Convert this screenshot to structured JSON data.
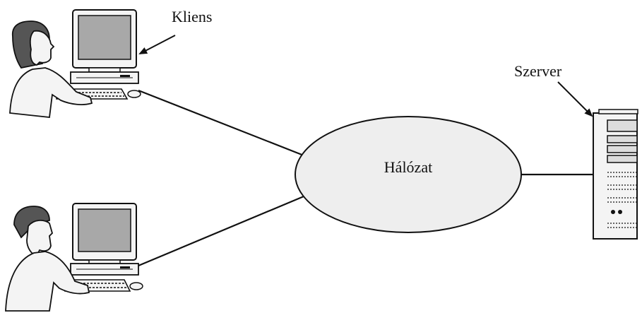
{
  "labels": {
    "client": "Kliens",
    "server": "Szerver",
    "network": "Hálózat"
  },
  "nodes": [
    {
      "id": "client-1",
      "role": "client",
      "icon": "woman-at-desktop-computer-icon"
    },
    {
      "id": "client-2",
      "role": "client",
      "icon": "man-at-desktop-computer-icon"
    },
    {
      "id": "network",
      "role": "network",
      "icon": "network-ellipse"
    },
    {
      "id": "server",
      "role": "server",
      "icon": "tower-server-icon"
    }
  ],
  "links": [
    {
      "from": "client-1",
      "to": "network"
    },
    {
      "from": "client-2",
      "to": "network"
    },
    {
      "from": "network",
      "to": "server"
    }
  ],
  "colors": {
    "stroke": "#111111",
    "network_fill": "#eeeeee",
    "screen_fill": "#a8a8a8",
    "device_fill": "#f4f4f4",
    "hair_fill": "#555555",
    "background": "#ffffff"
  }
}
